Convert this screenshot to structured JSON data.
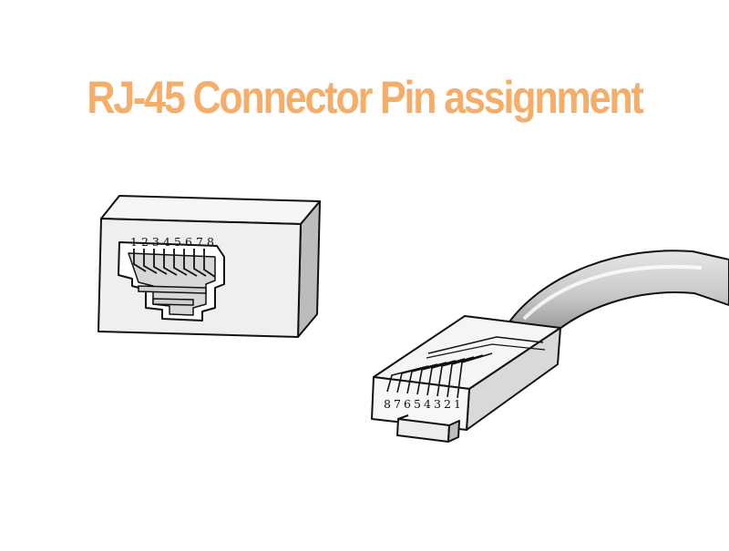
{
  "title": "RJ-45 Connector Pin assignment",
  "jack": {
    "pin_numbers": "12345678"
  },
  "plug": {
    "pin_numbers": "87654321"
  },
  "colors": {
    "title": "#f5ae6a",
    "outline": "#111111",
    "jack_face": "#eeeeee",
    "shade": "#9e9e9e",
    "cable": "#b5b5b5"
  }
}
